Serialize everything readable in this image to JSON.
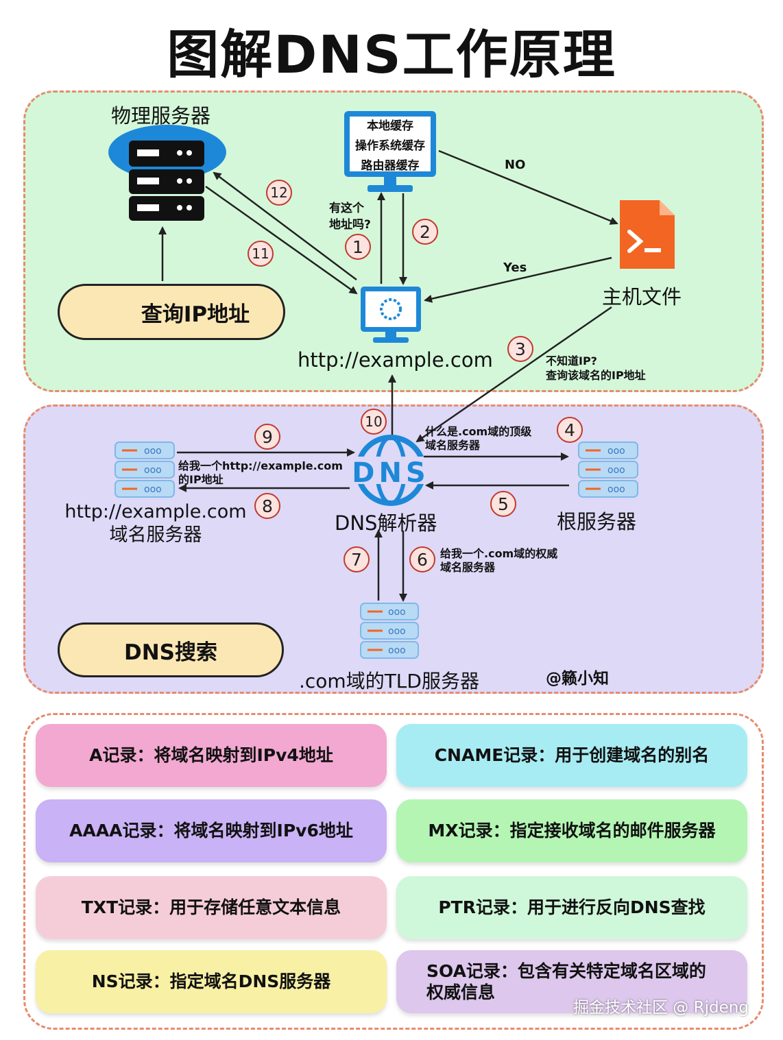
{
  "title": "图解DNS工作原理",
  "top": {
    "physical_server": "物理服务器",
    "cache_lines": [
      "本地缓存",
      "操作系统缓存",
      "路由器缓存"
    ],
    "host_file": "主机文件",
    "query_ip": "查询IP地址",
    "url": "http://example.com",
    "has_address_line1": "有这个",
    "has_address_line2": "地址吗?",
    "no": "NO",
    "yes": "Yes",
    "unknown_ip_line1": "不知道IP?",
    "unknown_ip_line2": "查询该域名的IP地址"
  },
  "middle": {
    "domain_server_line1": "http://example.com",
    "domain_server_line2": "域名服务器",
    "resolver": "DNS解析器",
    "root_server": "根服务器",
    "tld_server": ".com域的TLD服务器",
    "dns_search": "DNS搜索",
    "ask_tld_line1": "什么是.com域的顶级",
    "ask_tld_line2": "域名服务器",
    "give_ip_line1": "给我一个http://example.com",
    "give_ip_line2": "的IP地址",
    "give_auth_line1": "给我一个.com域的权威",
    "give_auth_line2": "域名服务器",
    "dns_logo": "DNS",
    "author": "@籁小知"
  },
  "steps": [
    "1",
    "2",
    "3",
    "4",
    "5",
    "6",
    "7",
    "8",
    "9",
    "10",
    "11",
    "12"
  ],
  "records": [
    {
      "text": "A记录：将域名映射到IPv4地址",
      "color": "#f2a8d1"
    },
    {
      "text": "CNAME记录：用于创建域名的别名",
      "color": "#a8ecf3"
    },
    {
      "text": "AAAA记录：将域名映射到IPv6地址",
      "color": "#c9b2f5"
    },
    {
      "text": "MX记录：指定接收域名的邮件服务器",
      "color": "#b4f5b4"
    },
    {
      "text": "TXT记录：用于存储任意文本信息",
      "color": "#f5cdd9"
    },
    {
      "text": "PTR记录：用于进行反向DNS查找",
      "color": "#cff7d9"
    },
    {
      "text": "NS记录：指定域名DNS服务器",
      "color": "#f8f0a4"
    },
    {
      "text": "SOA记录：包含有关特定域名区域的权威信息",
      "color": "#ddc7ec"
    }
  ],
  "watermark": "掘金技术社区 @ Rjdeng",
  "colors": {
    "arrow": "#222222",
    "icon_blue": "#1e88d8",
    "server_light": "#9fcdf0",
    "orange": "#f26522"
  }
}
